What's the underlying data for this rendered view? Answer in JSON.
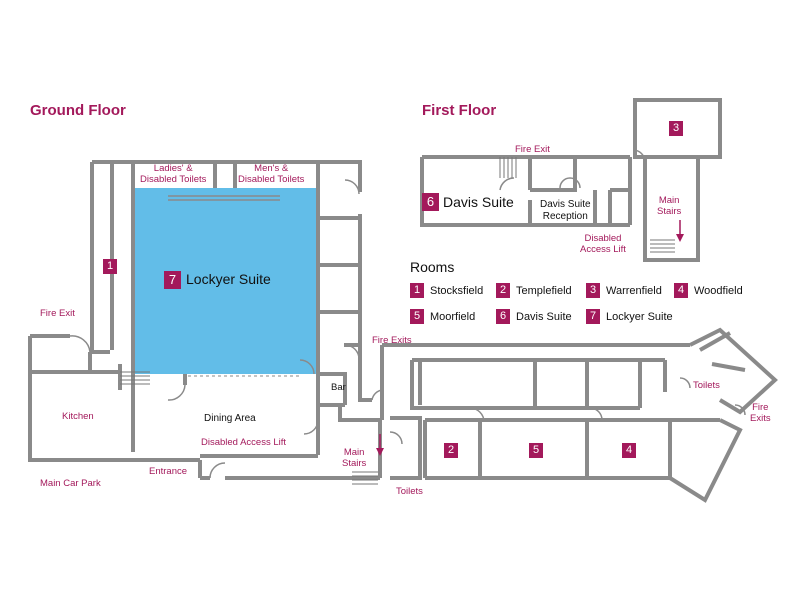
{
  "headings": {
    "ground": "Ground Floor",
    "first": "First Floor"
  },
  "colors": {
    "accent": "#a3195b",
    "wall": "#8a8a8a",
    "highlight": "#62bde8"
  },
  "highlighted_room": "Lockyer Suite",
  "rooms_title": "Rooms",
  "rooms": [
    {
      "num": "1",
      "name": "Stocksfield"
    },
    {
      "num": "2",
      "name": "Templefield"
    },
    {
      "num": "3",
      "name": "Warrenfield"
    },
    {
      "num": "4",
      "name": "Woodfield"
    },
    {
      "num": "5",
      "name": "Moorfield"
    },
    {
      "num": "6",
      "name": "Davis Suite"
    },
    {
      "num": "7",
      "name": "Lockyer Suite"
    }
  ],
  "labels": {
    "ladies_toilets": "Ladies' &\nDisabled Toilets",
    "mens_toilets": "Men's &\nDisabled Toilets",
    "lockyer": "Lockyer Suite",
    "fire_exit_gf": "Fire Exit",
    "kitchen": "Kitchen",
    "dining": "Dining Area",
    "disabled_lift_gf": "Disabled Access Lift",
    "entrance": "Entrance",
    "car_park": "Main Car Park",
    "bar": "Bar",
    "fire_exits_mid": "Fire Exits",
    "main_stairs_gf": "Main\nStairs",
    "toilets_bottom": "Toilets",
    "toilets_right": "Toilets",
    "fire_exits_right": "Fire\nExits",
    "fire_exit_ff": "Fire Exit",
    "davis_suite": "Davis Suite",
    "davis_reception": "Davis Suite\nReception",
    "disabled_lift_ff": "Disabled\nAccess Lift",
    "main_stairs_ff": "Main\nStairs"
  }
}
